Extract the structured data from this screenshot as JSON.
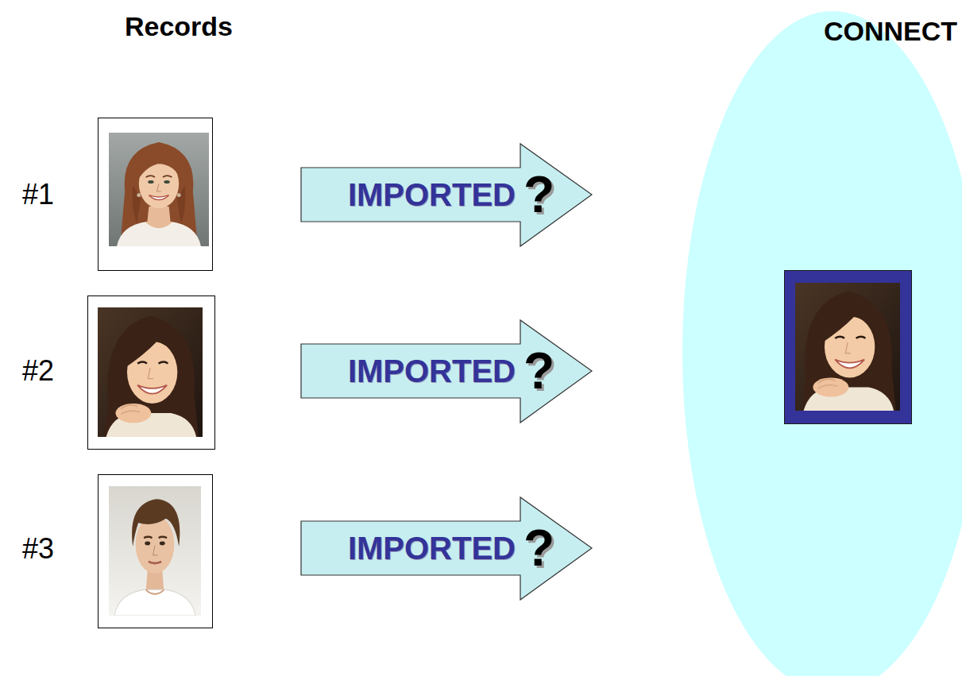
{
  "diagram": {
    "nodes": [
      {
        "text": [
          "IMPORTED",
          "?"
        ]
      },
      {
        "text": [
          "IMPORTED",
          "?"
        ]
      },
      {
        "text": [
          "IMPORTED",
          "?"
        ]
      },
      {
        "text": [
          "CONNECT"
        ]
      }
    ],
    "labels": [
      "Records",
      "#1",
      "#2",
      "#3"
    ]
  }
}
